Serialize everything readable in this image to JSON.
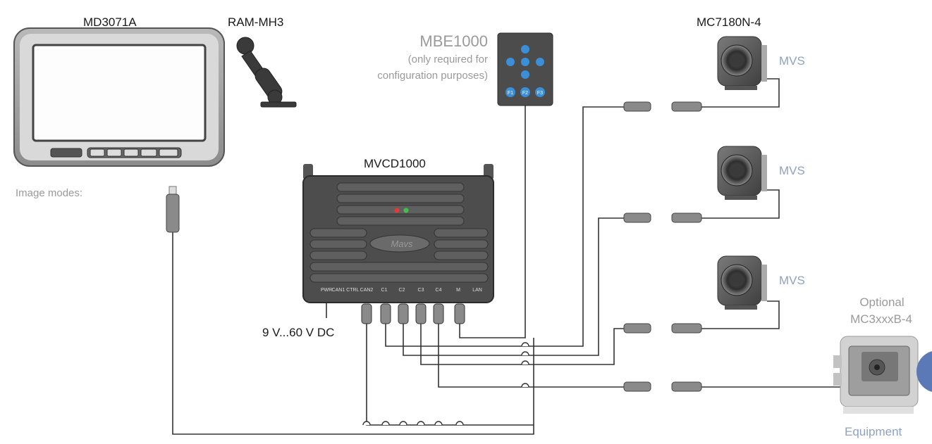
{
  "labels": {
    "monitor": "MD3071A",
    "mount": "RAM-MH3",
    "keypad": "MBE1000",
    "keypad_note_1": "(only required for",
    "keypad_note_2": "configuration purposes)",
    "controller": "MVCD1000",
    "camera_model": "MC7180N-4",
    "image_modes": "Image modes:",
    "power": "9 V...60 V DC",
    "optional": "Optional",
    "optional_model": "MC3xxxB-4",
    "equipment": "Equipment"
  },
  "cameras": [
    {
      "tag": "MVS"
    },
    {
      "tag": "MVS"
    },
    {
      "tag": "MVS"
    }
  ],
  "controller_ports": [
    "PWR",
    "CAN1 CTRL",
    "CAN2",
    "C1",
    "C2",
    "C3",
    "C4",
    "M",
    "LAN"
  ],
  "keypad_keys": [
    "F1",
    "F2",
    "F3"
  ],
  "colors": {
    "device_dark": "#4a4a4a",
    "device_mid": "#6b6b6b",
    "cable": "#333333",
    "label_blue": "#8fa2c2",
    "label_grey": "#9a9a9a",
    "key_blue": "#3a8fd8"
  }
}
